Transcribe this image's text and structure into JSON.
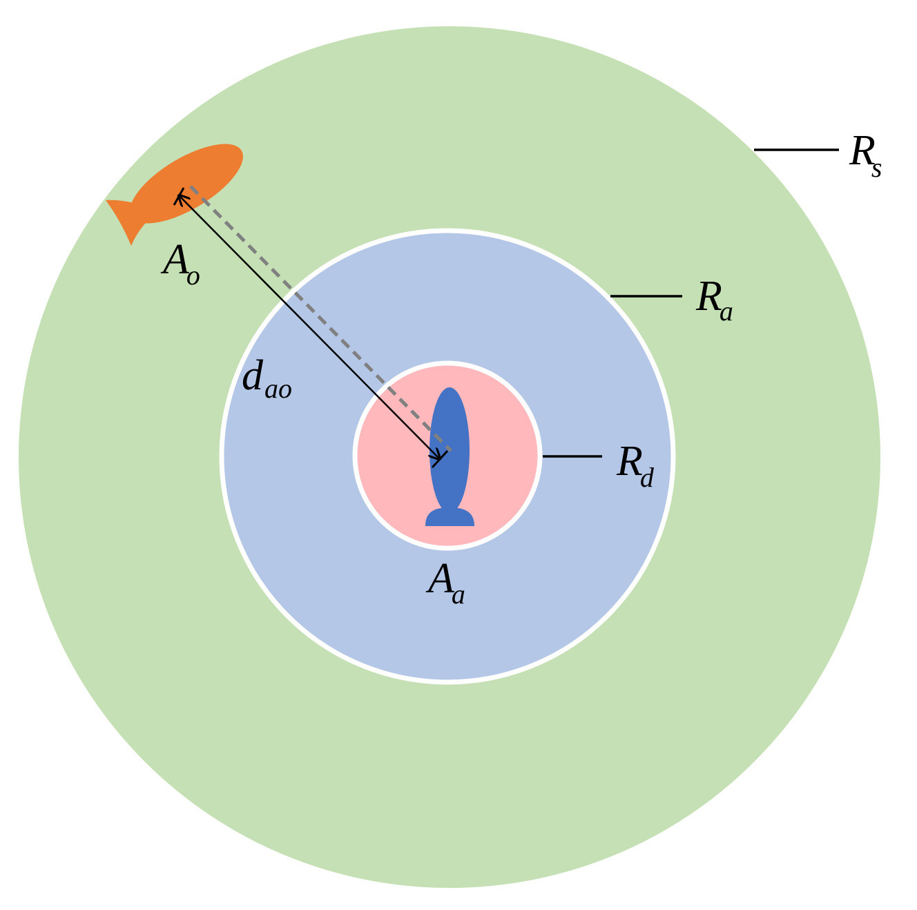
{
  "colors": {
    "sensing_zone": "#c5e0b4",
    "alert_zone": "#b4c7e7",
    "danger_zone": "#ffb9bc",
    "ring_stroke": "#ffffff",
    "protected_vessel": "#4472c4",
    "intruder": "#ed7d31",
    "leader_line": "#000000",
    "distance_arrow": "#000000",
    "dashed_line": "#808080"
  },
  "icons": {
    "protected_vessel": "submarine-icon",
    "intruder": "fish-icon"
  },
  "labels": {
    "rs": {
      "main": "R",
      "sub": "s"
    },
    "ra": {
      "main": "R",
      "sub": "a"
    },
    "rd": {
      "main": "R",
      "sub": "d"
    },
    "ao": {
      "main": "A",
      "sub": "o"
    },
    "aa": {
      "main": "A",
      "sub": "a"
    },
    "dao": {
      "main": "d",
      "sub": "ao"
    }
  }
}
